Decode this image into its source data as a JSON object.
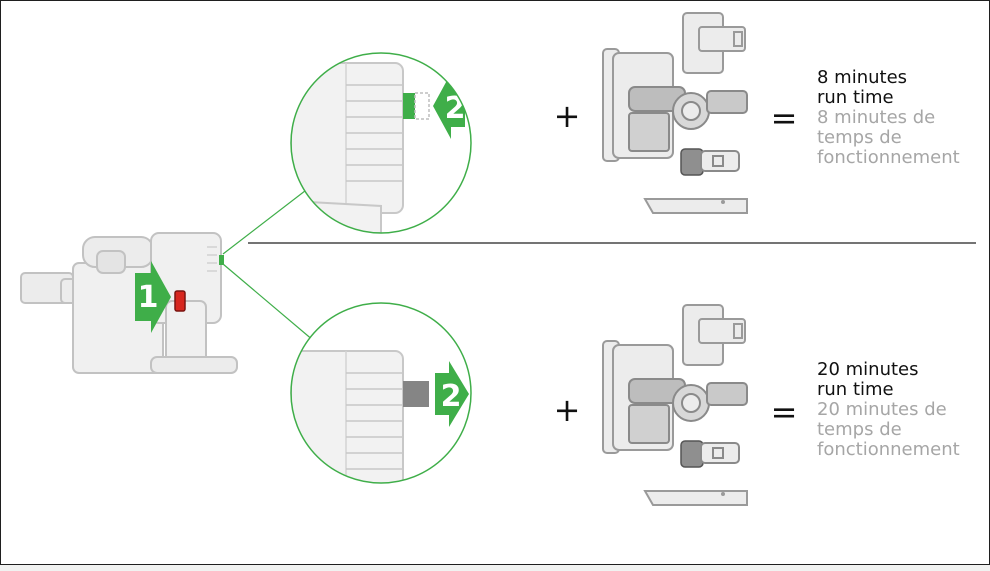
{
  "step_labels": {
    "one": "1",
    "two": "2"
  },
  "operators": {
    "plus": "+",
    "equals": "="
  },
  "top_mode": {
    "runtime_en_line1": "8 minutes",
    "runtime_en_line2": "run time",
    "runtime_fr_line1": "8 minutes de",
    "runtime_fr_line2": "temps de",
    "runtime_fr_line3": "fonctionnement"
  },
  "bottom_mode": {
    "runtime_en_line1": "20 minutes",
    "runtime_en_line2": "run time",
    "runtime_fr_line1": "20 minutes de",
    "runtime_fr_line2": "temps de",
    "runtime_fr_line3": "fonctionnement"
  },
  "colors": {
    "accent_green": "#3fae49",
    "trigger_red": "#d7261e",
    "english_text": "#111111",
    "french_text": "#a6a6a6",
    "line_art": "#b9b9b9",
    "fill_art": "#ececec",
    "tool_dark": "#8f8f8f"
  },
  "icons": [
    "handheld-vacuum-icon",
    "switch-down-arrow-icon",
    "switch-up-arrow-icon",
    "crevice-tool-icon",
    "brush-tool-icon",
    "motorhead-tool-icon"
  ]
}
